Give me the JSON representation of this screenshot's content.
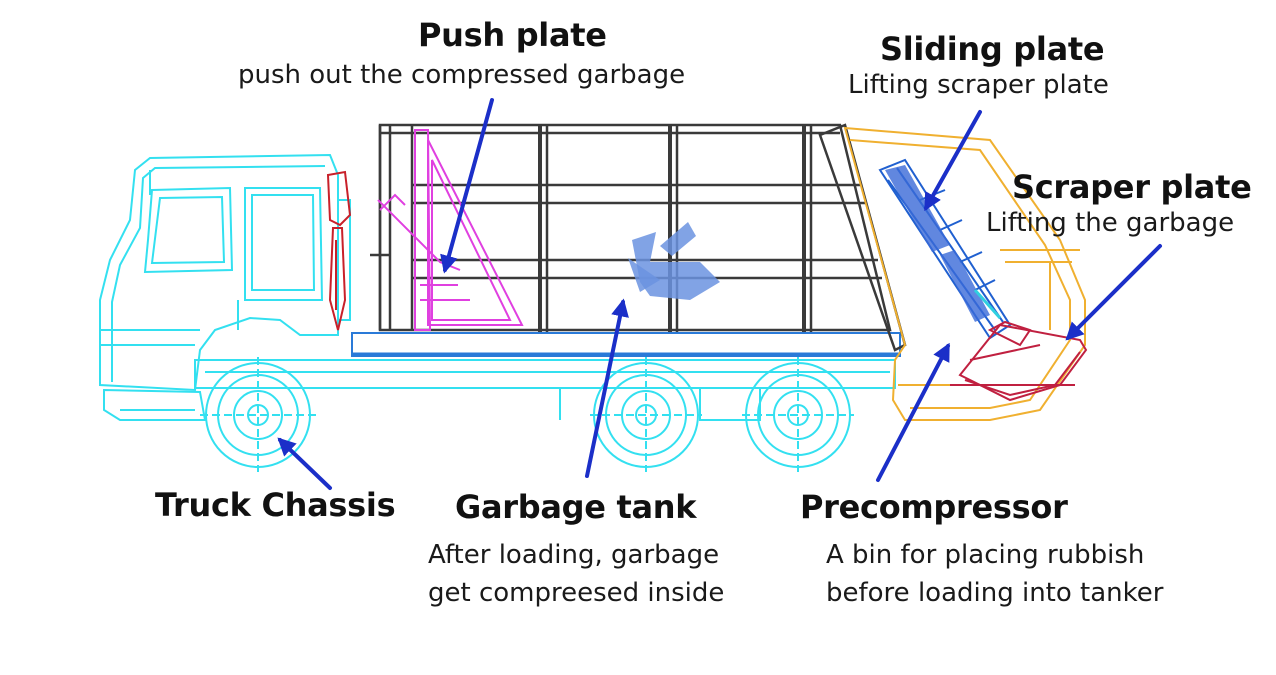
{
  "labels": {
    "push_plate": {
      "title": "Push plate",
      "sub": "push out the compressed garbage"
    },
    "sliding_plate": {
      "title": "Sliding plate",
      "sub": "Lifting scraper plate"
    },
    "scraper_plate": {
      "title": "Scraper plate",
      "sub": "Lifting the garbage"
    },
    "truck_chassis": {
      "title": "Truck Chassis"
    },
    "garbage_tank": {
      "title": "Garbage tank",
      "sub1": "After loading, garbage",
      "sub2": "get compreesed inside"
    },
    "precompressor": {
      "title": "Precompressor",
      "sub1": "A bin for placing rubbish",
      "sub2": "before loading into tanker"
    }
  },
  "colors": {
    "cab": "#33e0f0",
    "tank_frame": "#3a3a3a",
    "push_plate": "#e040e0",
    "hopper": "#f0b030",
    "scraper": "#c02040",
    "sliding": "#2060d0",
    "arrow": "#1b2fc8",
    "chassis_rail": "#2a7ad8"
  }
}
